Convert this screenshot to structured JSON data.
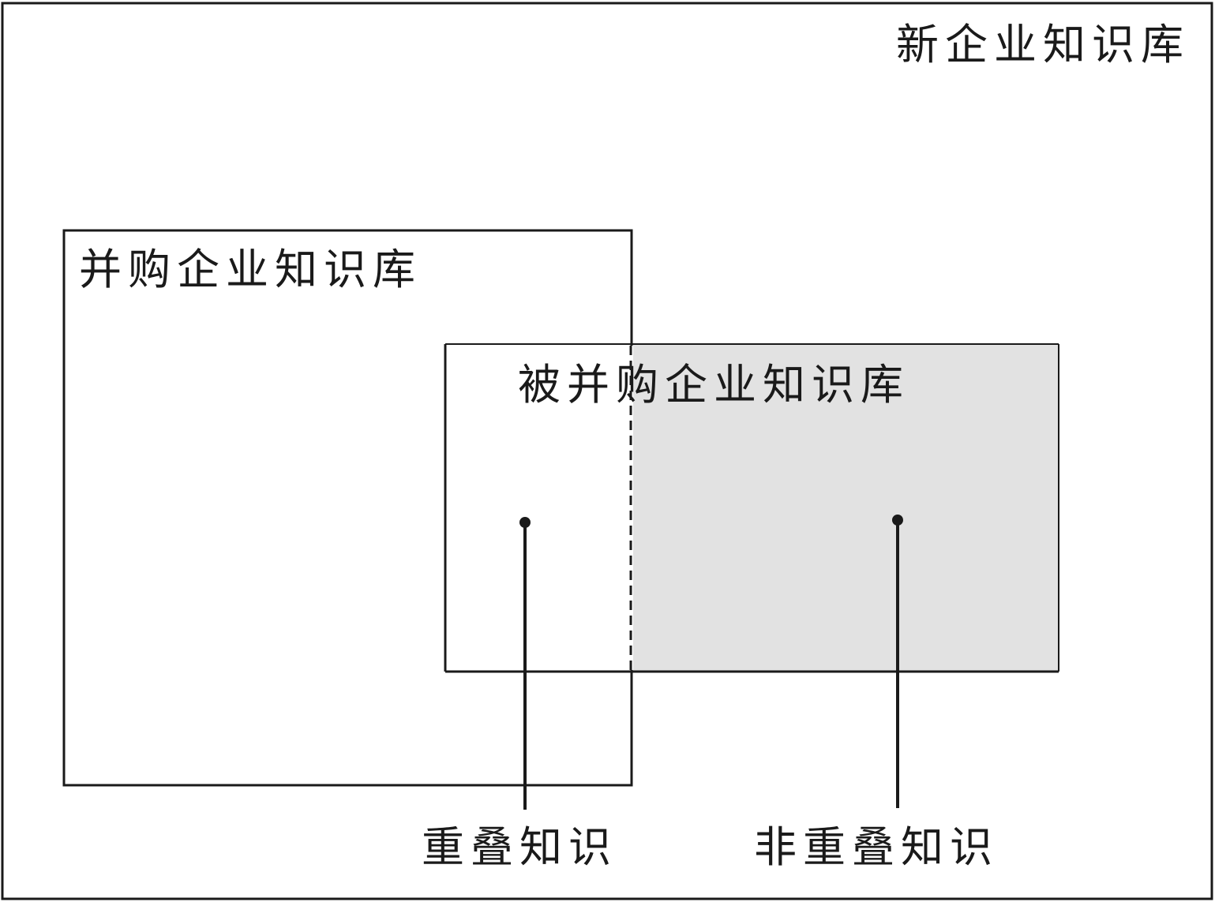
{
  "diagram": {
    "outer_box_label": "新企业知识库",
    "acquirer_box_label": "并购企业知识库",
    "acquired_box_label": "被并购企业知识库",
    "overlap_label": "重叠知识",
    "non_overlap_label": "非重叠知识"
  },
  "colors": {
    "line": "#1a1a1a",
    "non_overlap_fill": "#e2e2e2",
    "background": "#ffffff"
  }
}
